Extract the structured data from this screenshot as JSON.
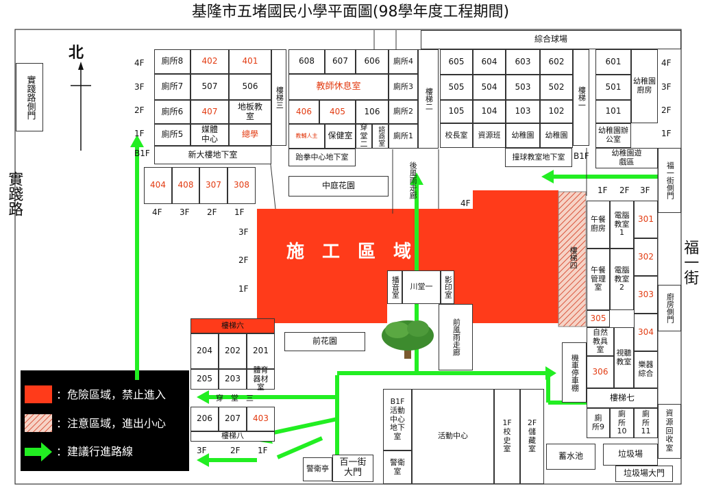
{
  "title": "基隆市五堵國民小學平面圖(98學年度工程期間)",
  "north": "北",
  "roads": {
    "left": "實踐路",
    "right": "福一街",
    "left_gate": "實踐路側門",
    "right_gate": "福一街側門",
    "kitchen_gate": "廚房側門"
  },
  "construction_label": "施　工　區　域",
  "floors": {
    "f4": "4F",
    "f3": "3F",
    "f2": "2F",
    "f1": "1F",
    "b1": "B1F"
  },
  "rooms_a": [
    {
      "l": "廁所8",
      "r": "402",
      "s": "401"
    },
    {
      "l": "廁所7",
      "r": "507",
      "s": "506"
    },
    {
      "l": "廁所6",
      "r": "407",
      "s": "地板教室"
    },
    {
      "l": "廁所5",
      "r": "媒體中心",
      "s": "總學"
    }
  ],
  "stair3": "樓梯三",
  "new_basement": "新大樓地下室",
  "row_b": {
    "r608": "608",
    "r607": "607",
    "r606": "606",
    "t4": "廁所4",
    "lounge": "教師休息室",
    "t3": "廁所3",
    "r406": "406",
    "r405": "405",
    "r106": "106",
    "t2": "廁所2",
    "aide": "教輔人主",
    "health": "保健室",
    "hall2": "穿堂二",
    "store": "諮商室",
    "t1": "廁所1"
  },
  "stair2": "樓梯二",
  "kungfu": "跆拳中心地下室",
  "courtyard": "中庭花園",
  "sports_field": "綜合球場",
  "row_c": [
    [
      "605",
      "604",
      "603",
      "602"
    ],
    [
      "505",
      "504",
      "503",
      "502"
    ],
    [
      "105",
      "104",
      "103",
      "102"
    ],
    [
      "校長室",
      "資源班",
      "幼稚園",
      "幼稚園"
    ]
  ],
  "stair1": "樓梯一",
  "east": {
    "r601": "601",
    "r501": "501",
    "r101": "101",
    "kg_kitchen": "幼稚園廚房",
    "kg_office": "幼稚園辦公室",
    "kg_play": "幼稚園遊戲區",
    "basement": "撞球教室地下室"
  },
  "west_mid": [
    "404",
    "408",
    "307",
    "308"
  ],
  "west_mid_floors": [
    "4F",
    "3F",
    "2F",
    "1F"
  ],
  "back_corridor": "後風雨走廊",
  "center": {
    "broadcast": "播音室",
    "hall1": "川堂一",
    "print": "影印室",
    "front_corridor": "前風雨走廊",
    "front_garden": "前花園"
  },
  "stair4": "樓梯四",
  "east_wing": {
    "f1": "1F",
    "f2": "2F",
    "f3": "3F",
    "lunch_kitchen": "午餐廚房",
    "pc1": "電腦教室1",
    "r301": "301",
    "r302": "302",
    "lunch_mgmt": "午餐管理室",
    "pc2": "電腦教室2",
    "r303": "303",
    "r305": "305",
    "r304": "304",
    "nature": "自然教具室",
    "av": "視聽教室",
    "r306": "306",
    "music": "樂器綜合",
    "moto": "機車停車棚"
  },
  "stair7": "樓梯七",
  "toilets_east": [
    "廁所9",
    "廁所10",
    "廁所11"
  ],
  "recycle": "資源回收室",
  "pool": "蓄水池",
  "garbage": "垃圾場",
  "garbage_gate": "垃圾場大門",
  "stair6": "樓梯六",
  "west_low": [
    [
      "204",
      "202",
      "201"
    ],
    [
      "205",
      "203",
      "體育器材室"
    ],
    [
      "206",
      "207",
      "403"
    ]
  ],
  "hall3": "穿　堂　三",
  "stair8": "樓梯八",
  "low_floors": [
    "3F",
    "2F",
    "1F"
  ],
  "activity": {
    "b1": "B1F活動中心地下室",
    "guard2": "警衛室",
    "center": "活動中心",
    "hist": "1F校史室",
    "storage": "2F儲藏室"
  },
  "guard": "警衛亭",
  "main_gate": "百一街大門",
  "legend": {
    "danger": "：危險區域，禁止進入",
    "caution": "：注意區域，進出小心",
    "route": "：建議行進路線"
  },
  "colors": {
    "danger": "#ff3b1a",
    "route": "#22ee22",
    "room_red": "#e23a10"
  }
}
